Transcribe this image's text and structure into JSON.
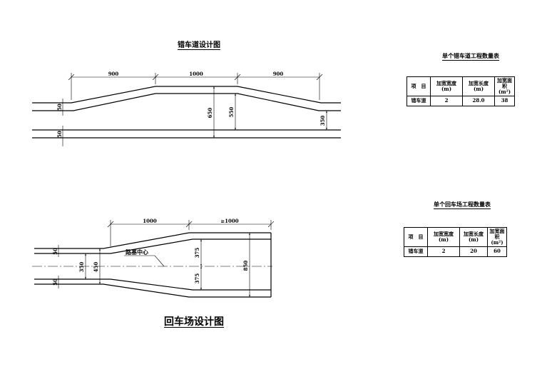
{
  "layby": {
    "title": "错车道设计图",
    "dims": {
      "seg_left": "900",
      "seg_mid": "1000",
      "seg_right": "900",
      "lane_left": "50",
      "total_w": "650",
      "widen_w": "550",
      "right_w": "350",
      "lane_bottom": "50"
    }
  },
  "turnaround": {
    "title": "回车场设计图",
    "dims": {
      "taper": "1000",
      "section": "≥1000",
      "half_upper": "375",
      "half_lower": "375",
      "full_w": "850",
      "inner_w": "350",
      "outer_w": "450",
      "lane_top": "50",
      "lane_bottom": "50"
    },
    "centerline_label": "路基中心"
  },
  "layby_table": {
    "title": "单个错车道工程数量表",
    "headers": [
      "项　目",
      "加宽宽度\n(m)",
      "加宽长度\n(m)",
      "加宽面积\n(m²)"
    ],
    "row": [
      "错车道",
      "2",
      "28.0",
      "38"
    ]
  },
  "turn_table": {
    "title": "单个回车场工程数量表",
    "headers": [
      "项　目",
      "加宽宽度\n(m)",
      "加宽长度\n(m)",
      "加宽面积\n(m²)"
    ],
    "row": [
      "错车道",
      "2",
      "20",
      "60"
    ]
  }
}
